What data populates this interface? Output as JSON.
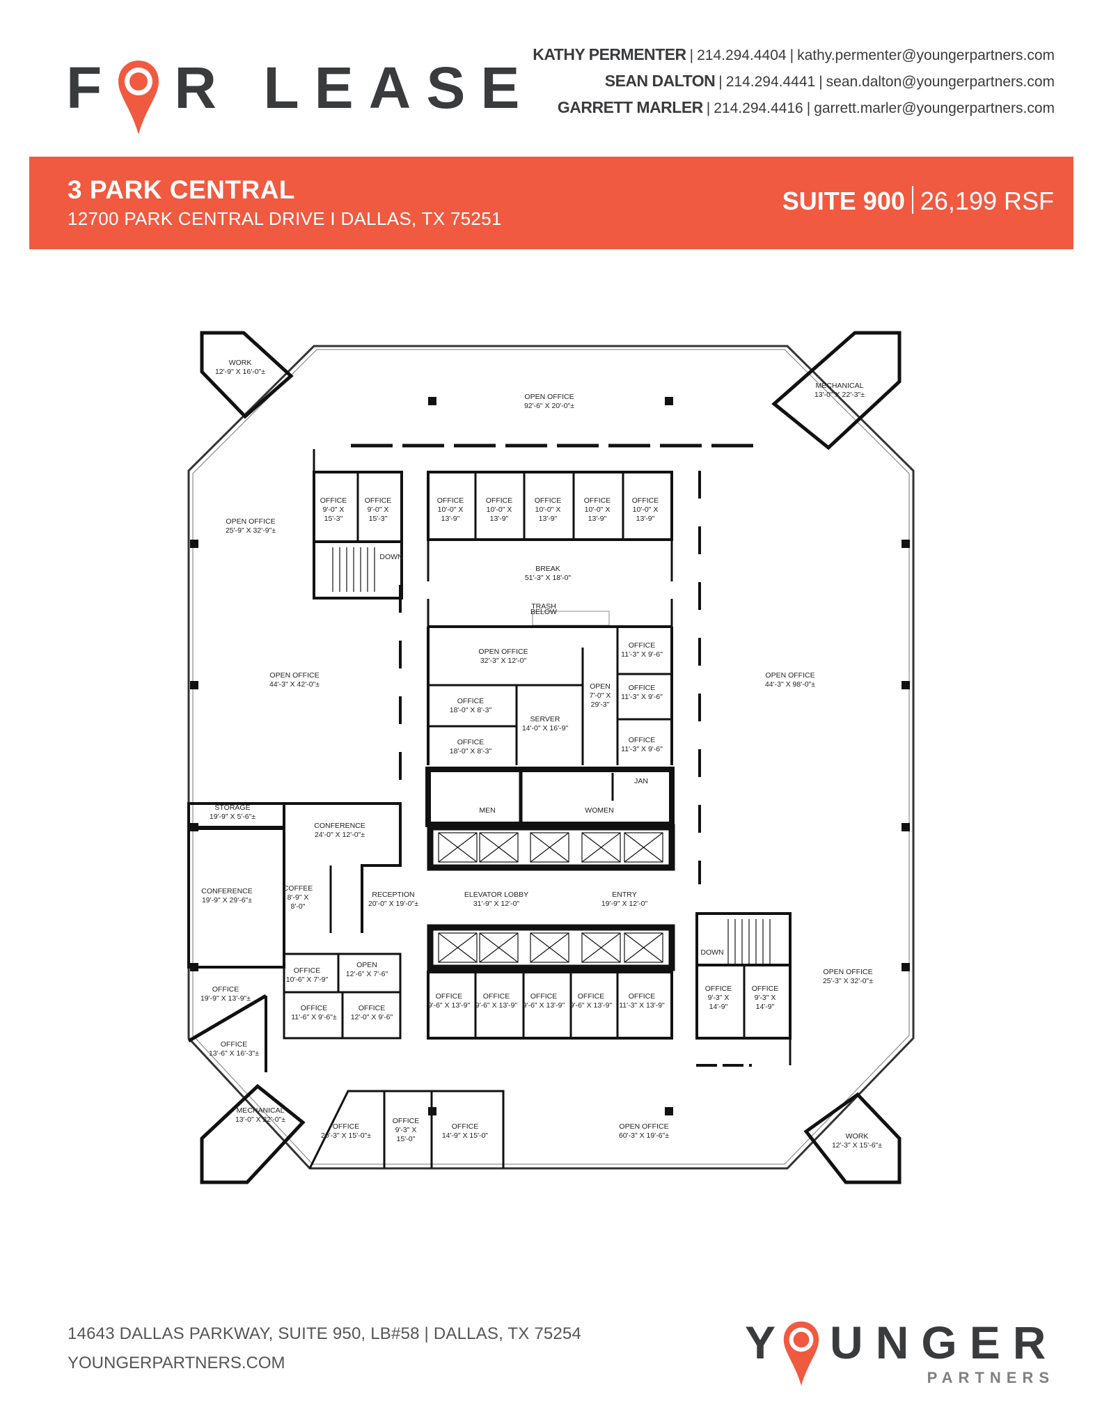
{
  "header": {
    "logo": {
      "before_pin": "F",
      "after_pin": "R LEASE",
      "full": "FOR LEASE"
    },
    "contacts": [
      {
        "name": "KATHY PERMENTER",
        "phone": "214.294.4404",
        "email": "kathy.permenter@youngerpartners.com"
      },
      {
        "name": "SEAN DALTON",
        "phone": "214.294.4441",
        "email": "sean.dalton@youngerpartners.com"
      },
      {
        "name": "GARRETT MARLER",
        "phone": "214.294.4416",
        "email": "garrett.marler@youngerpartners.com"
      }
    ]
  },
  "banner": {
    "property_name": "3 PARK CENTRAL",
    "address": "12700 PARK CENTRAL DRIVE  I  DALLAS, TX 75251",
    "suite": "SUITE 900",
    "rsf": "26,199 RSF",
    "color": "#F05A40"
  },
  "floorplan": {
    "rooms": [
      {
        "lines": [
          "WORK",
          "12'-9\" X 16'-0\"±"
        ]
      },
      {
        "lines": [
          "OPEN OFFICE",
          "92'-6\" X 20'-0\"±"
        ]
      },
      {
        "lines": [
          "MECHANICAL",
          "13'-0\" X 22'-3\"±"
        ]
      },
      {
        "lines": [
          "OPEN OFFICE",
          "25'-9\" X 32'-9\"±"
        ]
      },
      {
        "lines": [
          "OFFICE",
          "9'-0\" X",
          "15'-3\""
        ]
      },
      {
        "lines": [
          "OFFICE",
          "9'-0\" X",
          "15'-3\""
        ]
      },
      {
        "lines": [
          "OFFICE",
          "10'-0\" X",
          "13'-9\""
        ]
      },
      {
        "lines": [
          "OFFICE",
          "10'-0\" X",
          "13'-9\""
        ]
      },
      {
        "lines": [
          "OFFICE",
          "10'-0\" X",
          "13'-9\""
        ]
      },
      {
        "lines": [
          "OFFICE",
          "10'-0\" X",
          "13'-9\""
        ]
      },
      {
        "lines": [
          "OFFICE",
          "10'-0\" X",
          "13'-9\""
        ]
      },
      {
        "lines": [
          "BREAK",
          "51'-3\" X 18'-0\""
        ]
      },
      {
        "lines": [
          "OPEN OFFICE",
          "44'-3\" X 42'-0\"±"
        ]
      },
      {
        "lines": [
          "OPEN OFFICE",
          "32'-3\" X 12'-0\""
        ]
      },
      {
        "lines": [
          "OFFICE",
          "11'-3\" X 9'-6\""
        ]
      },
      {
        "lines": [
          "OFFICE",
          "11'-3\" X 9'-6\""
        ]
      },
      {
        "lines": [
          "OFFICE",
          "11'-3\" X 9'-6\""
        ]
      },
      {
        "lines": [
          "OPEN",
          "7'-0\" X",
          "29'-3\""
        ]
      },
      {
        "lines": [
          "OFFICE",
          "18'-0\" X 8'-3\""
        ]
      },
      {
        "lines": [
          "OFFICE",
          "18'-0\" X 8'-3\""
        ]
      },
      {
        "lines": [
          "SERVER",
          "14'-0\" X 16'-9\""
        ]
      },
      {
        "lines": [
          "OPEN OFFICE",
          "44'-3\" X 98'-0\"±"
        ]
      },
      {
        "lines": [
          "MEN"
        ]
      },
      {
        "lines": [
          "WOMEN"
        ]
      },
      {
        "lines": [
          "JAN"
        ]
      },
      {
        "lines": [
          "STORAGE",
          "19'-9\" X 5'-6\"±"
        ]
      },
      {
        "lines": [
          "CONFERENCE",
          "24'-0\" X 12'-0\"±"
        ]
      },
      {
        "lines": [
          "CONFERENCE",
          "19'-9\" X 29'-6\"±"
        ]
      },
      {
        "lines": [
          "COFFEE",
          "8'-9\" X",
          "8'-0\""
        ]
      },
      {
        "lines": [
          "RECEPTION",
          "20'-0\" X 19'-0\"±"
        ]
      },
      {
        "lines": [
          "ELEVATOR LOBBY",
          "31'-9\" X 12'-0\""
        ]
      },
      {
        "lines": [
          "ENTRY",
          "19'-9\" X 12'-0\""
        ]
      },
      {
        "lines": [
          "OFFICE",
          "10'-6\" X 7'-9\""
        ]
      },
      {
        "lines": [
          "OPEN",
          "12'-6\" X 7'-6\""
        ]
      },
      {
        "lines": [
          "OFFICE",
          "19'-9\" X 13'-9\"±"
        ]
      },
      {
        "lines": [
          "OFFICE",
          "11'-6\" X 9'-6\"±"
        ]
      },
      {
        "lines": [
          "OFFICE",
          "12'-0\" X 9'-6\""
        ]
      },
      {
        "lines": [
          "OFFICE",
          "9'-6\" X 13'-9\""
        ]
      },
      {
        "lines": [
          "OFFICE",
          "9'-6\" X 13'-9\""
        ]
      },
      {
        "lines": [
          "OFFICE",
          "9'-6\" X 13'-9\""
        ]
      },
      {
        "lines": [
          "OFFICE",
          "9'-6\" X 13'-9\""
        ]
      },
      {
        "lines": [
          "OFFICE",
          "11'-3\" X 13'-9\""
        ]
      },
      {
        "lines": [
          "OFFICE",
          "9'-3\" X",
          "14'-9\""
        ]
      },
      {
        "lines": [
          "OFFICE",
          "9'-3\" X",
          "14'-9\""
        ]
      },
      {
        "lines": [
          "OPEN OFFICE",
          "25'-3\" X 32'-0\"±"
        ]
      },
      {
        "lines": [
          "OFFICE",
          "13'-6\" X 16'-3\"±"
        ]
      },
      {
        "lines": [
          "MECHANICAL",
          "13'-0\" X 22'-0\"±"
        ]
      },
      {
        "lines": [
          "OFFICE",
          "20'-3\" X 15'-0\"±"
        ]
      },
      {
        "lines": [
          "OFFICE",
          "9'-3\" X",
          "15'-0\""
        ]
      },
      {
        "lines": [
          "OFFICE",
          "14'-9\" X 15'-0\""
        ]
      },
      {
        "lines": [
          "OPEN OFFICE",
          "60'-3\" X 19'-6\"±"
        ]
      },
      {
        "lines": [
          "WORK",
          "12'-3\" X 15'-6\"±"
        ]
      },
      {
        "lines": [
          "DOWN"
        ]
      },
      {
        "lines": [
          "DOWN"
        ]
      },
      {
        "lines": [
          "TRASH",
          "BELOW"
        ]
      }
    ]
  },
  "footer": {
    "address": "14643 DALLAS PARKWAY, SUITE 950, LB#58 | DALLAS, TX 75254",
    "website": "YOUNGERPARTNERS.COM",
    "logo": {
      "before_pin": "Y",
      "after_pin": "UNGER",
      "sub": "PARTNERS"
    }
  }
}
